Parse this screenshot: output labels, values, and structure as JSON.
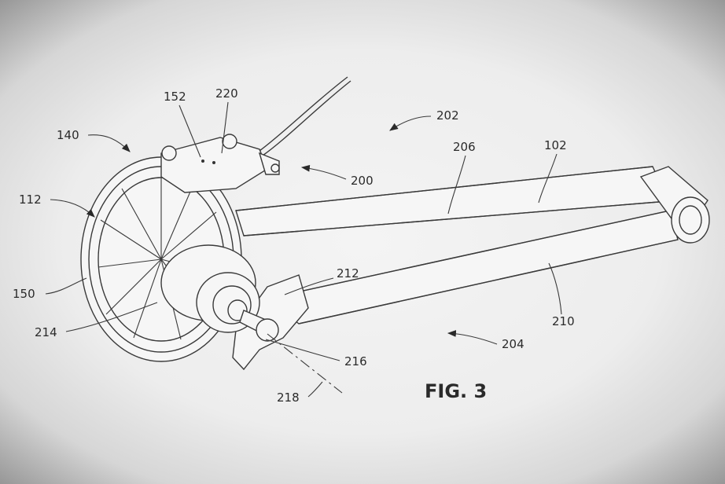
{
  "figure": {
    "title": "FIG. 3",
    "labels": {
      "l152": "152",
      "l220": "220",
      "l140": "140",
      "l202": "202",
      "l206": "206",
      "l102": "102",
      "l112": "112",
      "l200": "200",
      "l150": "150",
      "l212": "212",
      "l214": "214",
      "l210": "210",
      "l204": "204",
      "l216": "216",
      "l218": "218"
    }
  }
}
